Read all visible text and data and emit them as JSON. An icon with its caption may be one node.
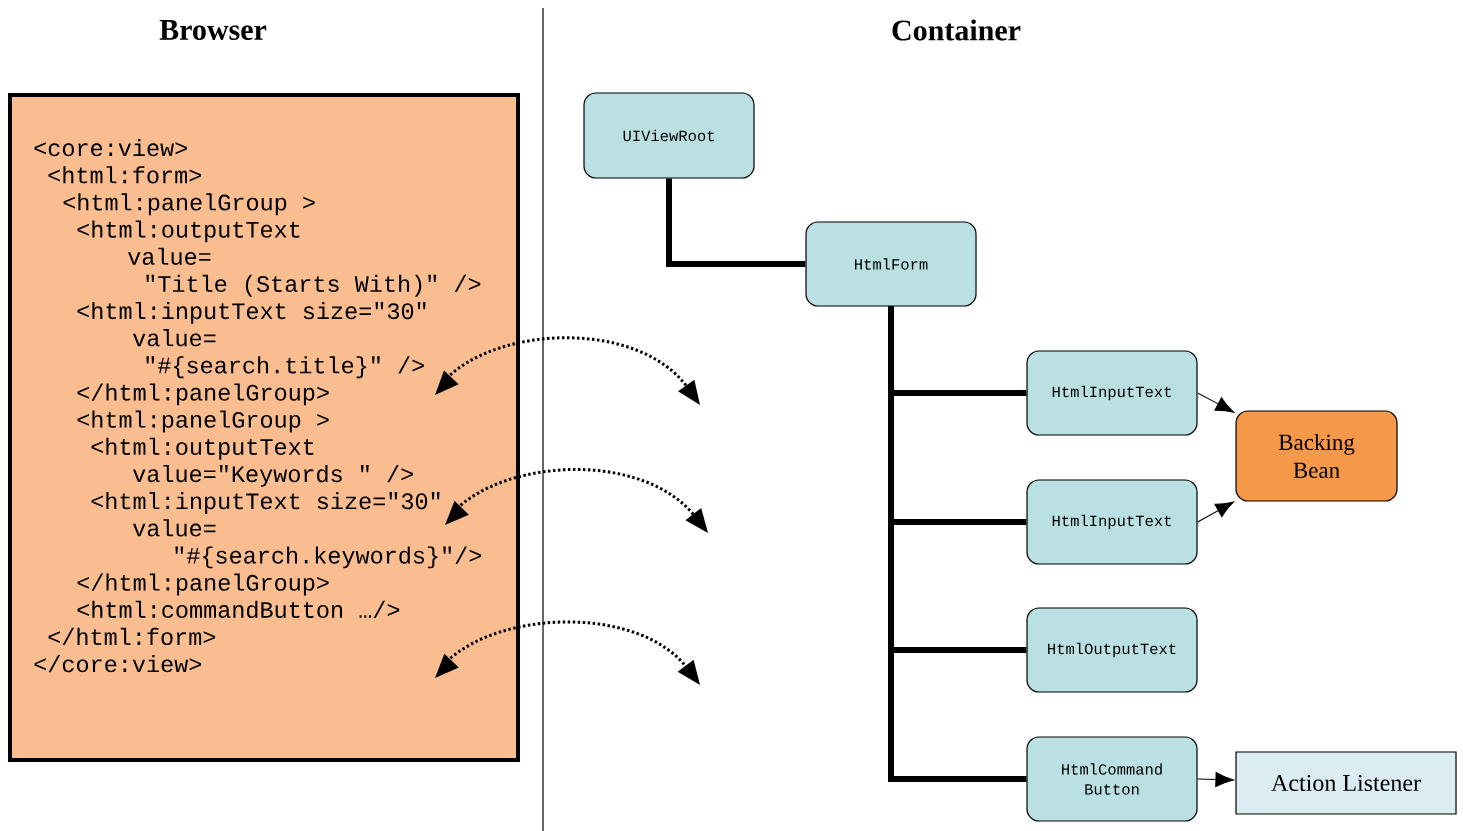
{
  "diagram": {
    "nodes": [
      {
        "text": [
          "<core:view>",
          "<html:form>",
          "<html:panelGroup >",
          "<html:outputText",
          "value=",
          "\"Title (Starts With)\" />",
          "<html:inputText size=\"30\"",
          "value=",
          "\"#{search.title}\" />",
          "</html:panelGroup>",
          "<html:panelGroup >",
          "<html:outputText",
          "value=\"Keywords \" />",
          "<html:inputText size=\"30\"",
          "value=",
          "\"#{search.keywords}\"/>",
          "</html:panelGroup>",
          "<html:commandButton …/>",
          "</html:form>",
          "</core:view>"
        ]
      },
      {
        "text": [
          "UIViewRoot"
        ]
      },
      {
        "text": [
          "HtmlForm"
        ]
      },
      {
        "text": [
          "HtmlInputText"
        ]
      },
      {
        "text": [
          "HtmlInputText"
        ]
      },
      {
        "text": [
          "HtmlOutputText"
        ]
      },
      {
        "text": [
          "HtmlCommand Button"
        ]
      },
      {
        "text": [
          "Backing Bean"
        ]
      },
      {
        "text": [
          "Action Listener"
        ]
      }
    ],
    "edges": [
      {
        "from": 1,
        "to": 2,
        "arrow": "none",
        "style": "thick"
      },
      {
        "from": 2,
        "to": 3,
        "arrow": "none",
        "style": "thick"
      },
      {
        "from": 2,
        "to": 4,
        "arrow": "none",
        "style": "thick"
      },
      {
        "from": 2,
        "to": 5,
        "arrow": "none",
        "style": "thick"
      },
      {
        "from": 2,
        "to": 6,
        "arrow": "none",
        "style": "thick"
      },
      {
        "from": 3,
        "to": 7,
        "arrow": "to"
      },
      {
        "from": 4,
        "to": 7,
        "arrow": "to"
      },
      {
        "from": 6,
        "to": 8,
        "arrow": "to"
      },
      {
        "from": 0,
        "to": null,
        "arrow": "both",
        "style": "dashed"
      },
      {
        "from": 0,
        "to": null,
        "arrow": "both",
        "style": "dashed"
      },
      {
        "from": 0,
        "to": null,
        "arrow": "both",
        "style": "dashed"
      }
    ],
    "labels": [
      "Browser",
      "Container"
    ]
  }
}
